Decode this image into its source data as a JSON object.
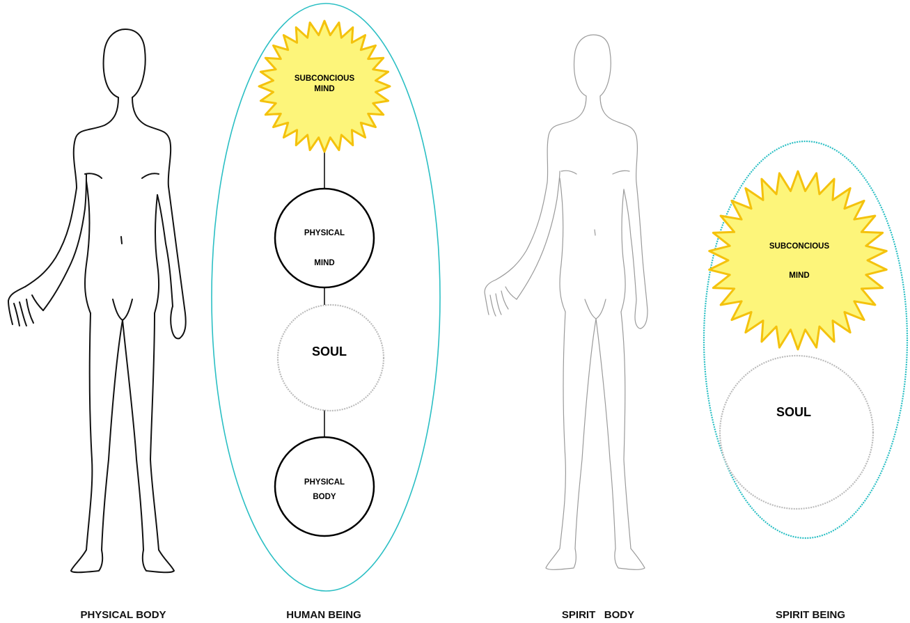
{
  "colors": {
    "background": "#ffffff",
    "ellipse_outline": "#2bbfc4",
    "sun_fill": "#fdf57a",
    "sun_outline": "#f4c20d",
    "soul_outline": "#bbbbbb",
    "solid_circle_outline": "#000000",
    "figure_outline_dark": "#111111",
    "figure_outline_light": "#9a9a9a"
  },
  "panels": {
    "physical_body": {
      "caption": "PHYSICAL BODY",
      "figure": "human-outline-dark"
    },
    "human_being": {
      "caption": "HUMAN BEING",
      "subconscious": [
        "SUBCONCIOUS",
        "MIND"
      ],
      "physical_mind": [
        "PHYSICAL",
        "MIND"
      ],
      "soul": "SOUL",
      "physical_body_node": [
        "PHYSICAL",
        "BODY"
      ]
    },
    "spirit_body": {
      "caption": "SPIRIT   BODY",
      "figure": "human-outline-light"
    },
    "spirit_being": {
      "caption": "SPIRIT BEING",
      "subconscious": [
        "SUBCONCIOUS",
        "MIND"
      ],
      "soul": "SOUL"
    }
  }
}
